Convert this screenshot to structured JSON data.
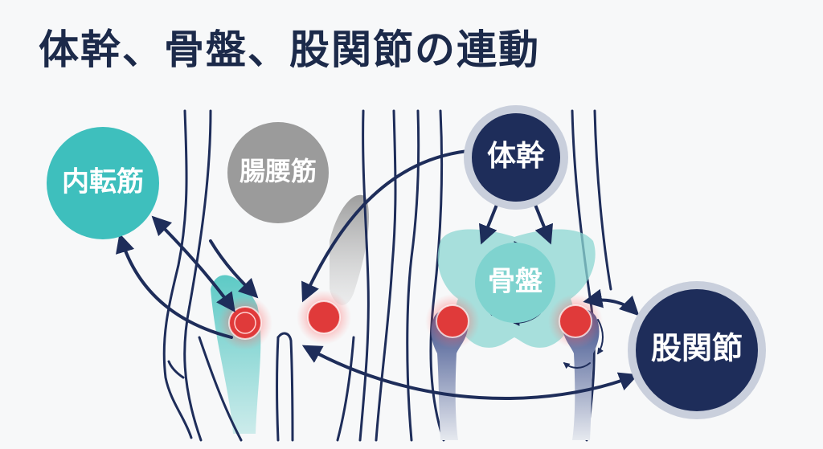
{
  "title": "体幹、骨盤、股関節の連動",
  "nodes": {
    "adductor": {
      "label": "内転筋",
      "color": "#3ebfbd"
    },
    "iliopsoas": {
      "label": "腸腰筋",
      "color": "#9b9b9b"
    },
    "trunk": {
      "label": "体幹",
      "color": "#1e2d5a"
    },
    "pelvis": {
      "label": "骨盤",
      "color": "#7fd3cf"
    },
    "hip_joint": {
      "label": "股関節",
      "color": "#1e2d5a"
    }
  },
  "colors": {
    "outline": "#1e2d5a",
    "pain": "#e03a3a",
    "bone": "#8cd7d2",
    "text_dark": "#1c2a4a"
  }
}
